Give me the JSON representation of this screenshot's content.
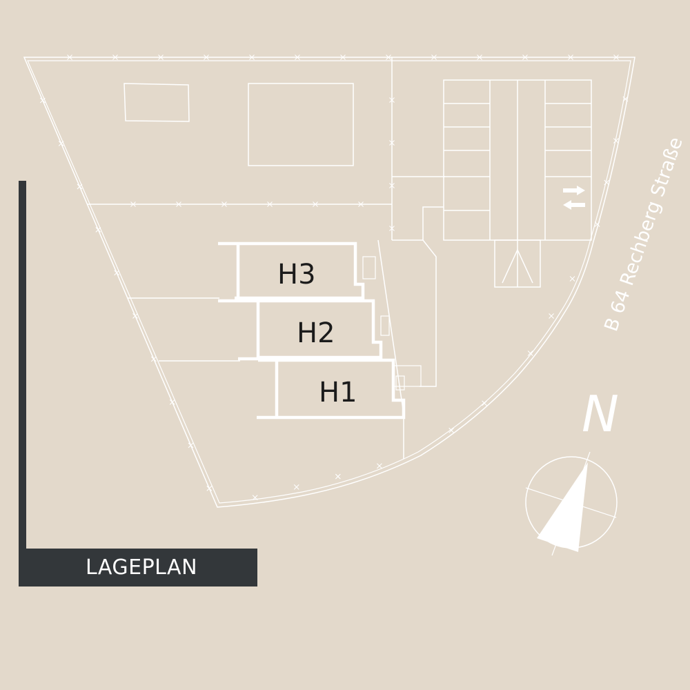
{
  "title": "LAGEPLAN",
  "street_label": "B 64 Rechberg Straße",
  "north_label": "N",
  "buildings": [
    {
      "id": "h3",
      "label": "H3"
    },
    {
      "id": "h2",
      "label": "H2"
    },
    {
      "id": "h1",
      "label": "H1"
    }
  ],
  "colors": {
    "background": "#e3d9cb",
    "lines": "#ffffff",
    "title_box": "#33373a",
    "label_text": "#1b1b1b"
  }
}
